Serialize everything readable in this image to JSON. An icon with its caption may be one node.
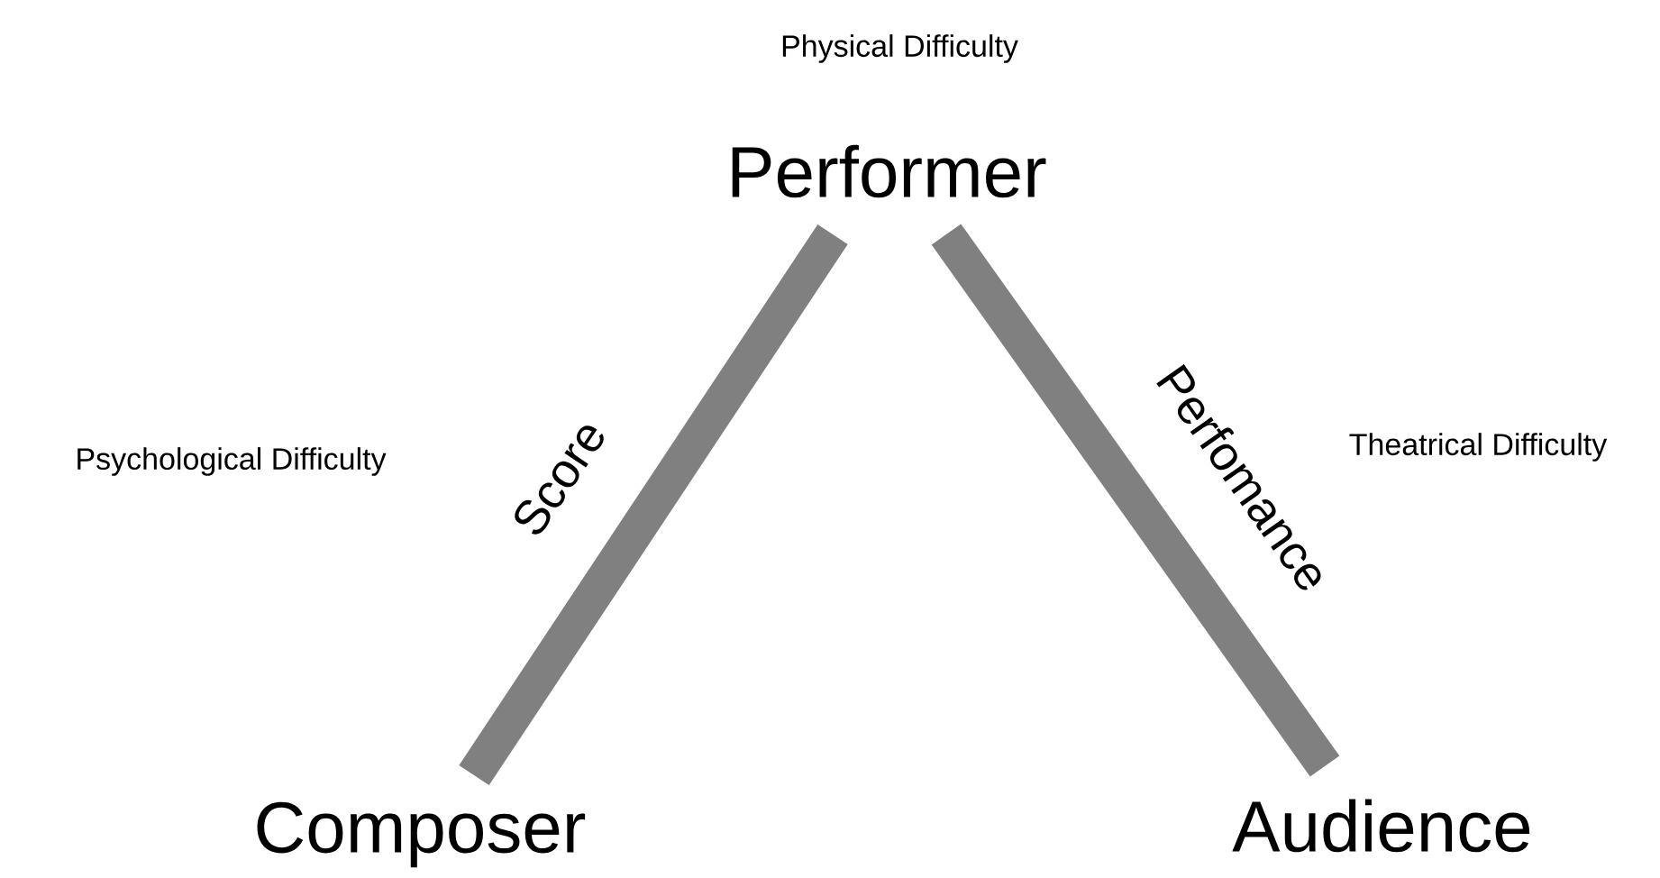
{
  "diagram": {
    "nodes": [
      {
        "text": [
          "Performer"
        ]
      },
      {
        "text": [
          "Composer"
        ]
      },
      {
        "text": [
          "Audience"
        ]
      }
    ],
    "edges": [
      {
        "from": 0,
        "to": 1,
        "arrow": "none",
        "label": "Score"
      },
      {
        "from": 0,
        "to": 2,
        "arrow": "none",
        "label": "Perfomance"
      }
    ],
    "labels": [
      "Physical Difficulty",
      "Psychological Difficulty",
      "Theatrical Difficulty"
    ]
  }
}
